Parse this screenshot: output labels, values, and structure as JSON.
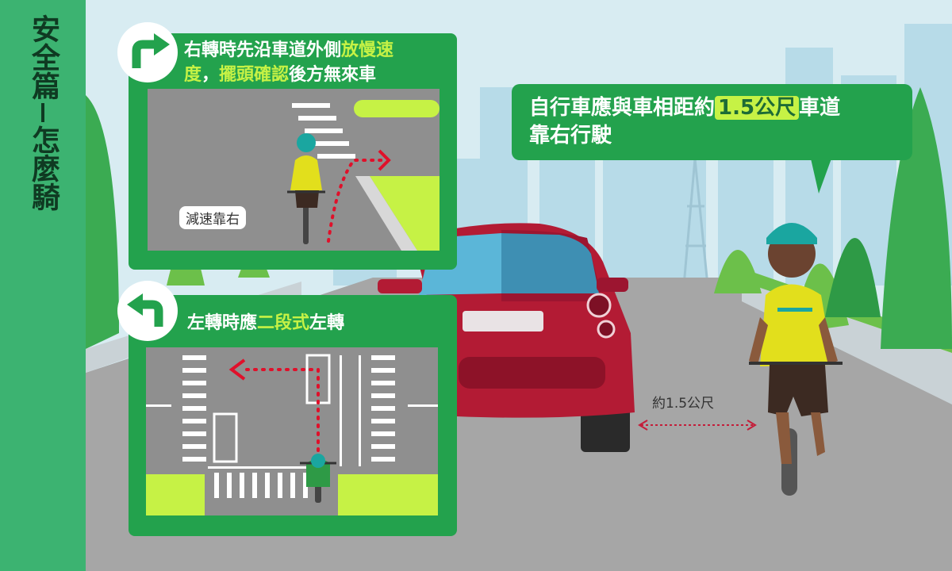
{
  "sidebar": {
    "part1": "安全篇",
    "part2": "怎麼騎"
  },
  "card_right": {
    "line1_plain": "右轉時先沿車道外側",
    "line1_hl": "放慢速",
    "line2_hl_a": "度",
    "line2_sep": "，",
    "line2_hl_b": "擺頭確認",
    "line2_plain": "後方無來車",
    "tag": "減速靠右"
  },
  "card_left": {
    "pre": "左轉時應",
    "hl": "二段式",
    "post": "左轉"
  },
  "bubble": {
    "pre": "自行車應與車相距約",
    "hl": "1.5公尺",
    "post": "車道",
    "line2": "靠右行駛"
  },
  "distance_label": "約1.5公尺",
  "colors": {
    "green": "#23a24d",
    "sidebar": "#3cb371",
    "highlight": "#c6f245",
    "car": "#c41e3a"
  },
  "icons": {
    "right_turn": "right-turn-arrow-icon",
    "left_turn": "left-turn-arrow-icon"
  }
}
